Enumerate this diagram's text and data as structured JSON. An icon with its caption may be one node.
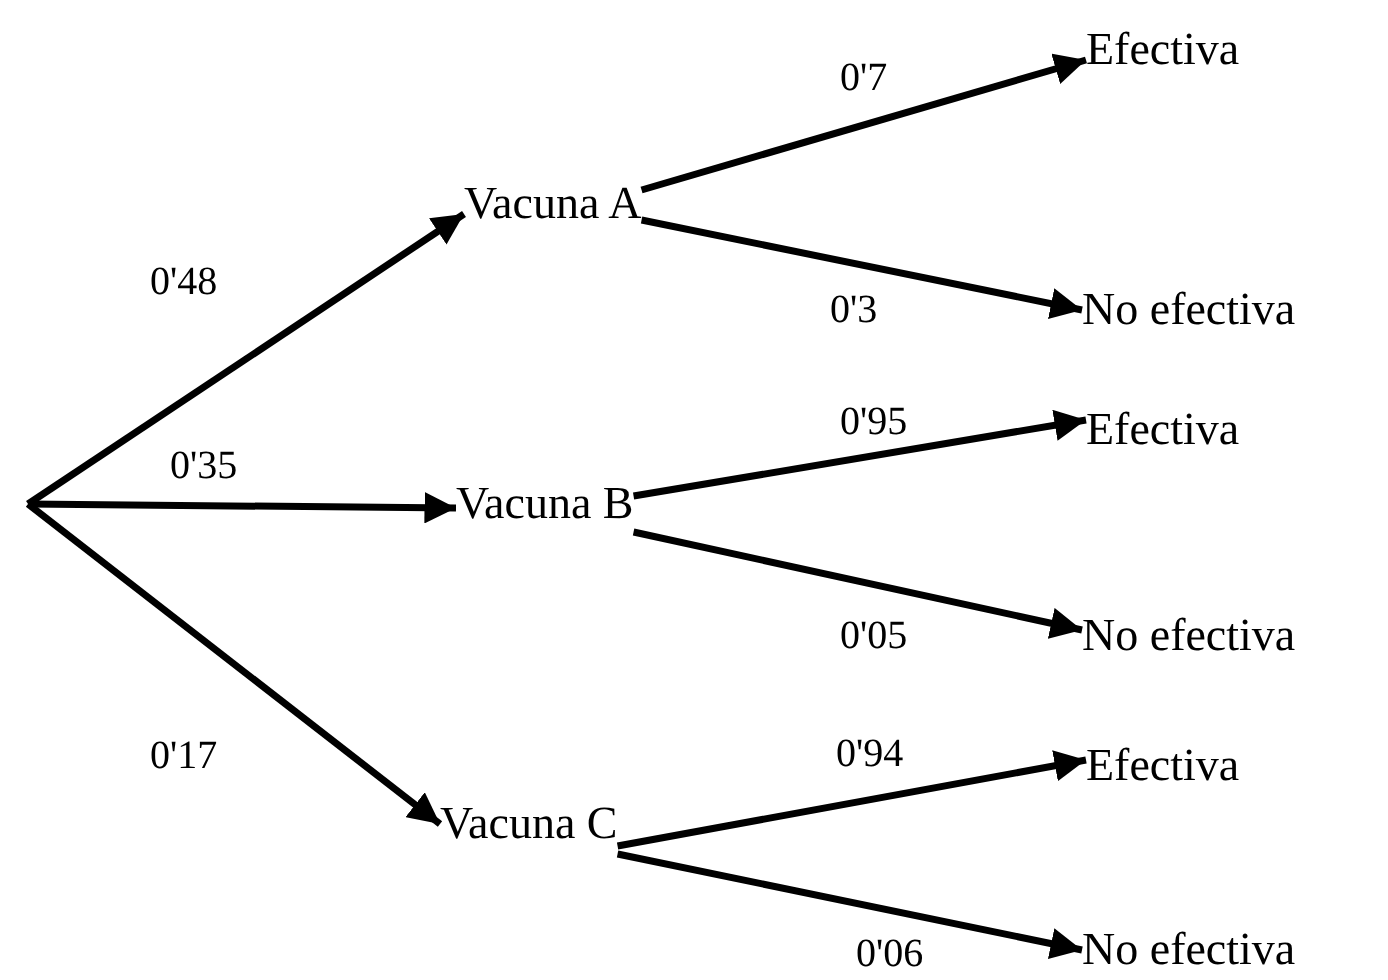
{
  "diagram": {
    "nodes": [
      {
        "text": [
          "Vacuna A"
        ]
      },
      {
        "text": [
          "Vacuna B"
        ]
      },
      {
        "text": [
          "Vacuna C"
        ]
      },
      {
        "text": [
          "Efectiva"
        ]
      },
      {
        "text": [
          "No efectiva"
        ]
      },
      {
        "text": [
          "Efectiva"
        ]
      },
      {
        "text": [
          "No efectiva"
        ]
      },
      {
        "text": [
          "Efectiva"
        ]
      },
      {
        "text": [
          "No efectiva"
        ]
      }
    ],
    "edges": [
      {
        "from": null,
        "to": 0,
        "arrow": "to",
        "label": "0'48"
      },
      {
        "from": null,
        "to": 1,
        "arrow": "to",
        "label": "0'35"
      },
      {
        "from": null,
        "to": 2,
        "arrow": "to",
        "label": "0'17"
      },
      {
        "from": 0,
        "to": 3,
        "arrow": "to",
        "label": "0'7"
      },
      {
        "from": 0,
        "to": 4,
        "arrow": "to",
        "label": "0'3"
      },
      {
        "from": 1,
        "to": 5,
        "arrow": "to",
        "label": "0'95"
      },
      {
        "from": 1,
        "to": 6,
        "arrow": "to",
        "label": "0'05"
      },
      {
        "from": 2,
        "to": 7,
        "arrow": "to",
        "label": "0'94"
      },
      {
        "from": 2,
        "to": 8,
        "arrow": "to",
        "label": "0'06"
      }
    ]
  }
}
